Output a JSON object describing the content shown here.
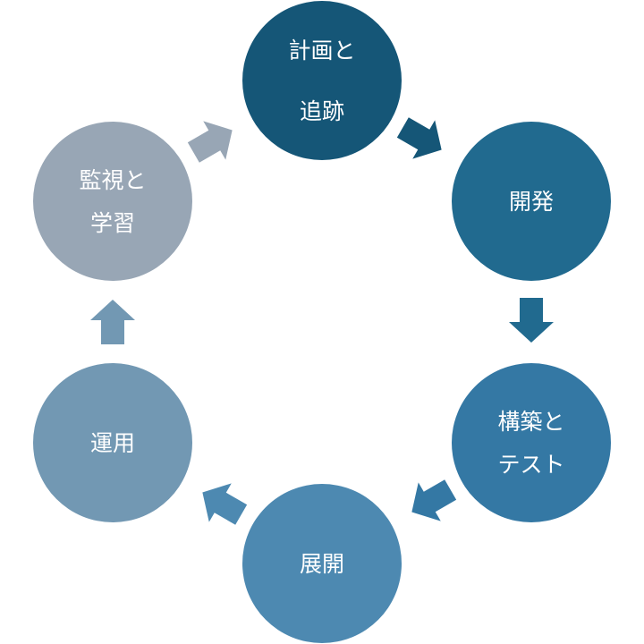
{
  "title": "DevOps cycle",
  "stages": [
    {
      "lines": [
        "計画と",
        "追跡"
      ],
      "color": "#155677"
    },
    {
      "lines": [
        "開発"
      ],
      "color": "#216a8f"
    },
    {
      "lines": [
        "構築と",
        "テスト"
      ],
      "color": "#3478a4"
    },
    {
      "lines": [
        "展開"
      ],
      "color": "#4d89b1"
    },
    {
      "lines": [
        "運用"
      ],
      "color": "#7298b3"
    },
    {
      "lines": [
        "監視と",
        "学習"
      ],
      "color": "#98a6b5"
    }
  ]
}
